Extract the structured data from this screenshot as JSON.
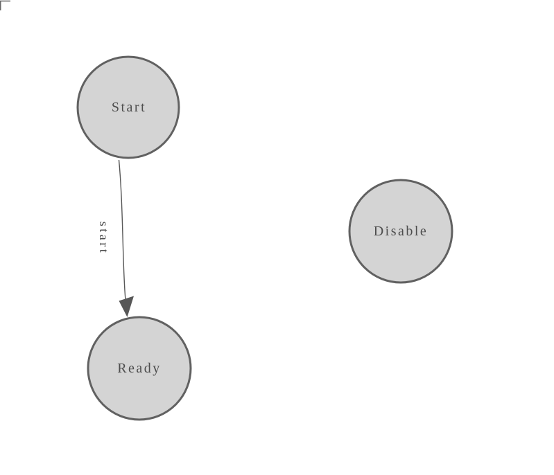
{
  "diagram": {
    "canvas": {
      "background_color": "#ffffff",
      "corner_mark_color": "#666666"
    },
    "theme": {
      "node_fill": "#d4d4d4",
      "node_stroke": "#616161",
      "node_stroke_width": "3",
      "node_label_color": "#4d4d4d",
      "edge_color": "#575757",
      "edge_label_color": "#4d4d4d"
    },
    "nodes": [
      {
        "id": "start",
        "label": "Start"
      },
      {
        "id": "ready",
        "label": "Ready"
      },
      {
        "id": "disable",
        "label": "Disable"
      }
    ],
    "edges": [
      {
        "id": "start-to-ready",
        "from": "start",
        "to": "ready",
        "label": "start"
      }
    ]
  }
}
